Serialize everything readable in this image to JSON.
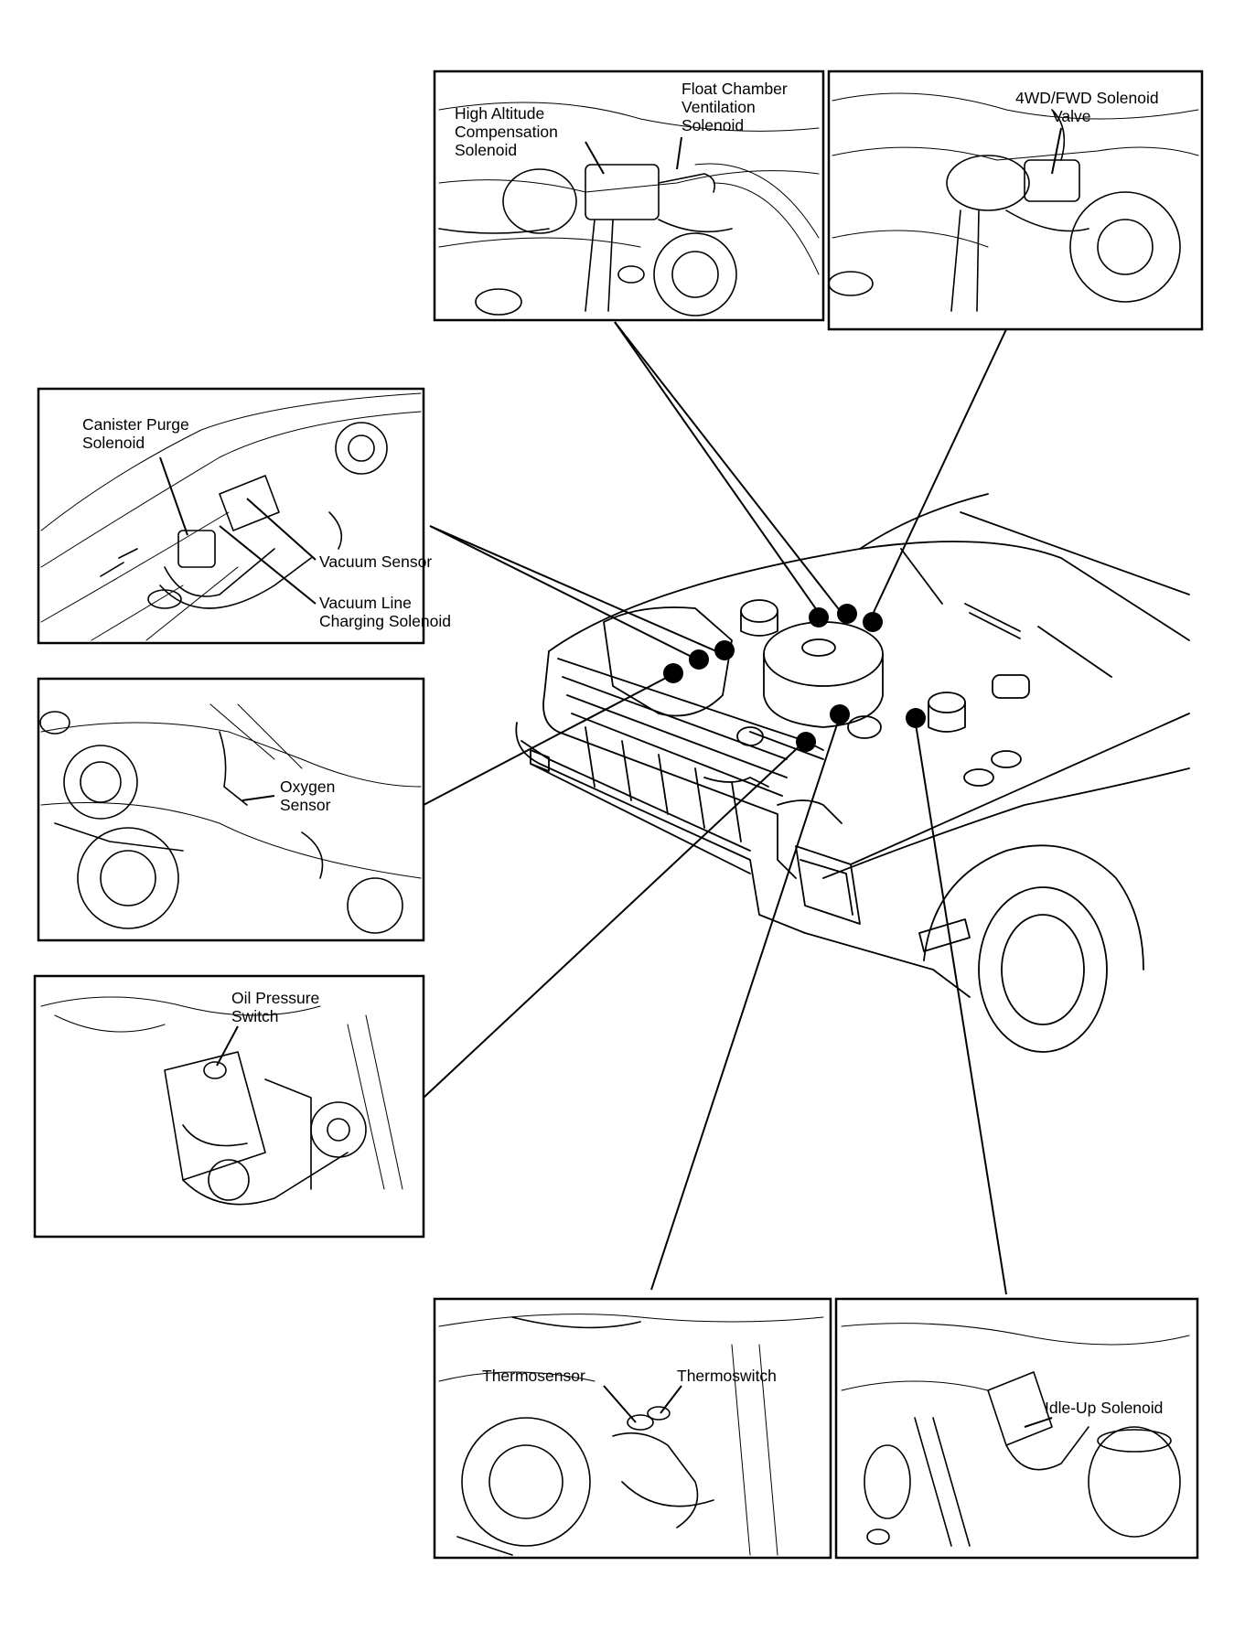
{
  "panels": {
    "float_chamber": {
      "labels": [
        "High Altitude",
        "Compensation",
        "Solenoid",
        "Float Chamber",
        "Ventilation",
        "Solenoid"
      ]
    },
    "four_wd": {
      "labels": [
        "4WD/FWD Solenoid",
        "Valve"
      ]
    },
    "canister": {
      "labels": [
        "Canister Purge",
        "Solenoid",
        "Vacuum Sensor",
        "Vacuum Line",
        "Charging Solenoid"
      ]
    },
    "oxygen": {
      "labels": [
        "Oxygen",
        "Sensor"
      ]
    },
    "oil": {
      "labels": [
        "Oil Pressure",
        "Switch"
      ]
    },
    "thermo": {
      "labels": [
        "Thermosensor",
        "Thermoswitch"
      ]
    },
    "idle": {
      "labels": [
        "Idle-Up Solenoid"
      ]
    }
  },
  "colors": {
    "ink": "#000000",
    "paper": "#ffffff"
  }
}
